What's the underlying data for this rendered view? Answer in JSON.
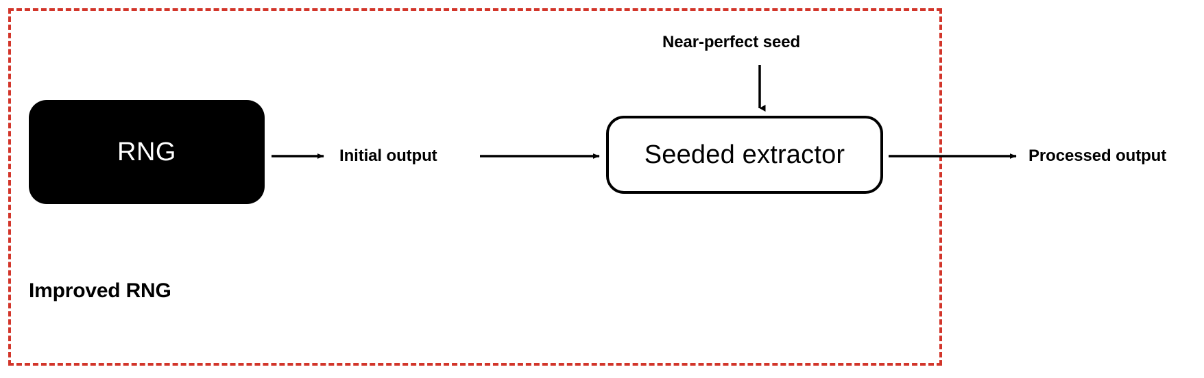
{
  "diagram": {
    "title": "Improved RNG",
    "group": {
      "label": "Improved RNG",
      "border_color": "#D2352A",
      "border_style": "dashed"
    },
    "nodes": [
      {
        "id": "rng",
        "label": "RNG",
        "style": "filled",
        "fill": "#000000",
        "text_color": "#FFFFFF",
        "shape": "rounded-rectangle"
      },
      {
        "id": "seeded-extractor",
        "label": "Seeded extractor",
        "style": "outlined",
        "fill": "#FFFFFF",
        "text_color": "#000000",
        "stroke": "#000000",
        "shape": "rounded-rectangle"
      }
    ],
    "edges": [
      {
        "id": "rng-to-initial-output",
        "from": "rng",
        "to": "initial-output",
        "label": "Initial output",
        "direction": "right"
      },
      {
        "id": "initial-output-to-extractor",
        "from": "initial-output",
        "to": "seeded-extractor",
        "label": "",
        "direction": "right"
      },
      {
        "id": "seed-to-extractor",
        "from": "near-perfect-seed",
        "to": "seeded-extractor",
        "label": "Near-perfect seed",
        "direction": "down"
      },
      {
        "id": "extractor-to-processed-output",
        "from": "seeded-extractor",
        "to": "processed-output",
        "label": "Processed output",
        "direction": "right"
      }
    ],
    "labels": {
      "initial_output": "Initial output",
      "near_perfect_seed": "Near-perfect seed",
      "processed_output": "Processed output"
    }
  }
}
